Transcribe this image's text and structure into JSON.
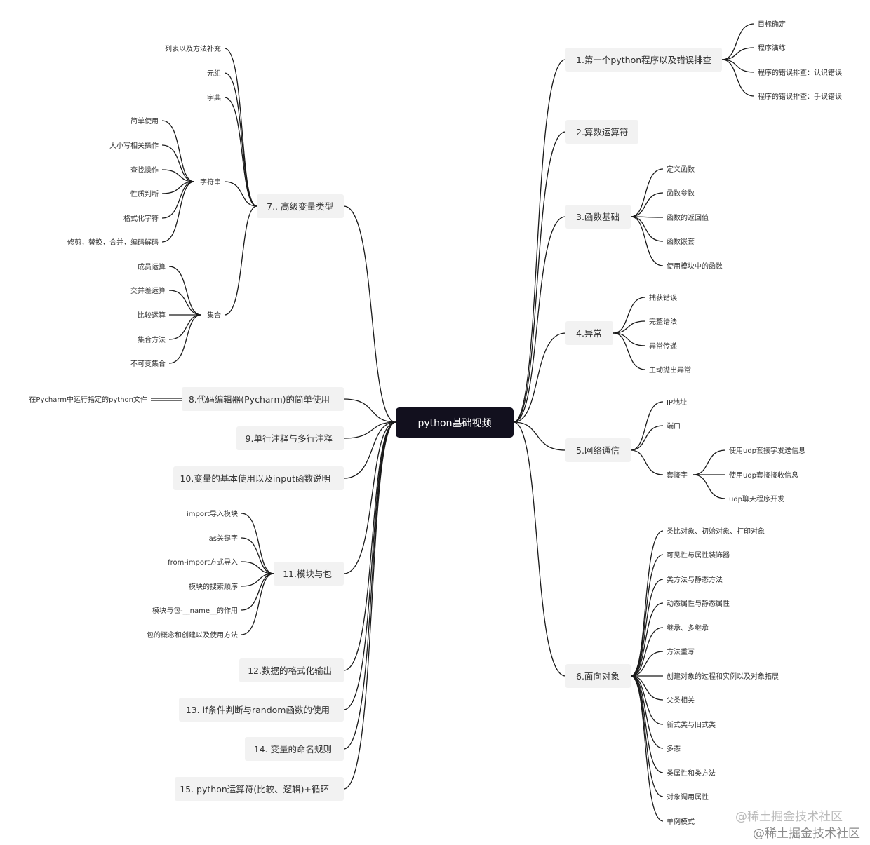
{
  "root": "python基础视频",
  "right": [
    {
      "label": "1.第一个python程序以及错误排查",
      "children": [
        "目标确定",
        "程序演练",
        "程序的错误排查：认识错误",
        "程序的错误排查：手误错误"
      ]
    },
    {
      "label": "2.算数运算符",
      "children": []
    },
    {
      "label": "3.函数基础",
      "children": [
        "定义函数",
        "函数参数",
        "函数的返回值",
        "函数嵌套",
        "使用模块中的函数"
      ]
    },
    {
      "label": "4.异常",
      "children": [
        "捕获错误",
        "完整语法",
        "异常传递",
        "主动抛出异常"
      ]
    },
    {
      "label": "5.网络通信",
      "children": [
        "IP地址",
        "端口",
        "套接字"
      ],
      "socket_children": [
        "使用udp套接字发送信息",
        "使用udp套接接收信息",
        "udp聊天程序开发"
      ]
    },
    {
      "label": "6.面向对象",
      "children": [
        "类比对象、初始对象、打印对象",
        "可见性与属性装饰器",
        "类方法与静态方法",
        "动态属性与静态属性",
        "继承、多继承",
        "方法重写",
        "创建对象的过程和实例以及对象拓展",
        "父类相关",
        "新式类与旧式类",
        "多态",
        "类属性和类方法",
        "对象调用属性",
        "单例模式"
      ]
    }
  ],
  "left": [
    {
      "label": "7.. 高级变量类型",
      "children": [
        "列表以及方法补充",
        "元组",
        "字典",
        "字符串",
        "集合"
      ],
      "string_children": [
        "简单使用",
        "大小写相关操作",
        "查找操作",
        "性质判断",
        "格式化字符",
        "修剪，替换，合并，编码解码"
      ],
      "set_children": [
        "成员运算",
        "交并差运算",
        "比较运算",
        "集合方法",
        "不可变集合"
      ]
    },
    {
      "label": "8.代码编辑器(Pycharm)的简单使用",
      "children": [
        "在Pycharm中运行指定的python文件"
      ]
    },
    {
      "label": "9.单行注释与多行注释",
      "children": []
    },
    {
      "label": "10.变量的基本使用以及input函数说明",
      "children": []
    },
    {
      "label": "11.模块与包",
      "children": [
        "import导入模块",
        "as关键字",
        "from-import方式导入",
        "模块的搜索顺序",
        "模块与包-__name__的作用",
        "包的概念和创建以及使用方法"
      ]
    },
    {
      "label": "12.数据的格式化输出",
      "children": []
    },
    {
      "label": "13. if条件判断与random函数的使用",
      "children": []
    },
    {
      "label": "14. 变量的命名规则",
      "children": []
    },
    {
      "label": "15. python运算符(比较、逻辑)+循环",
      "children": []
    }
  ],
  "watermarks": [
    "@稀土掘金技术社区",
    "@稀土掘金技术社区"
  ]
}
